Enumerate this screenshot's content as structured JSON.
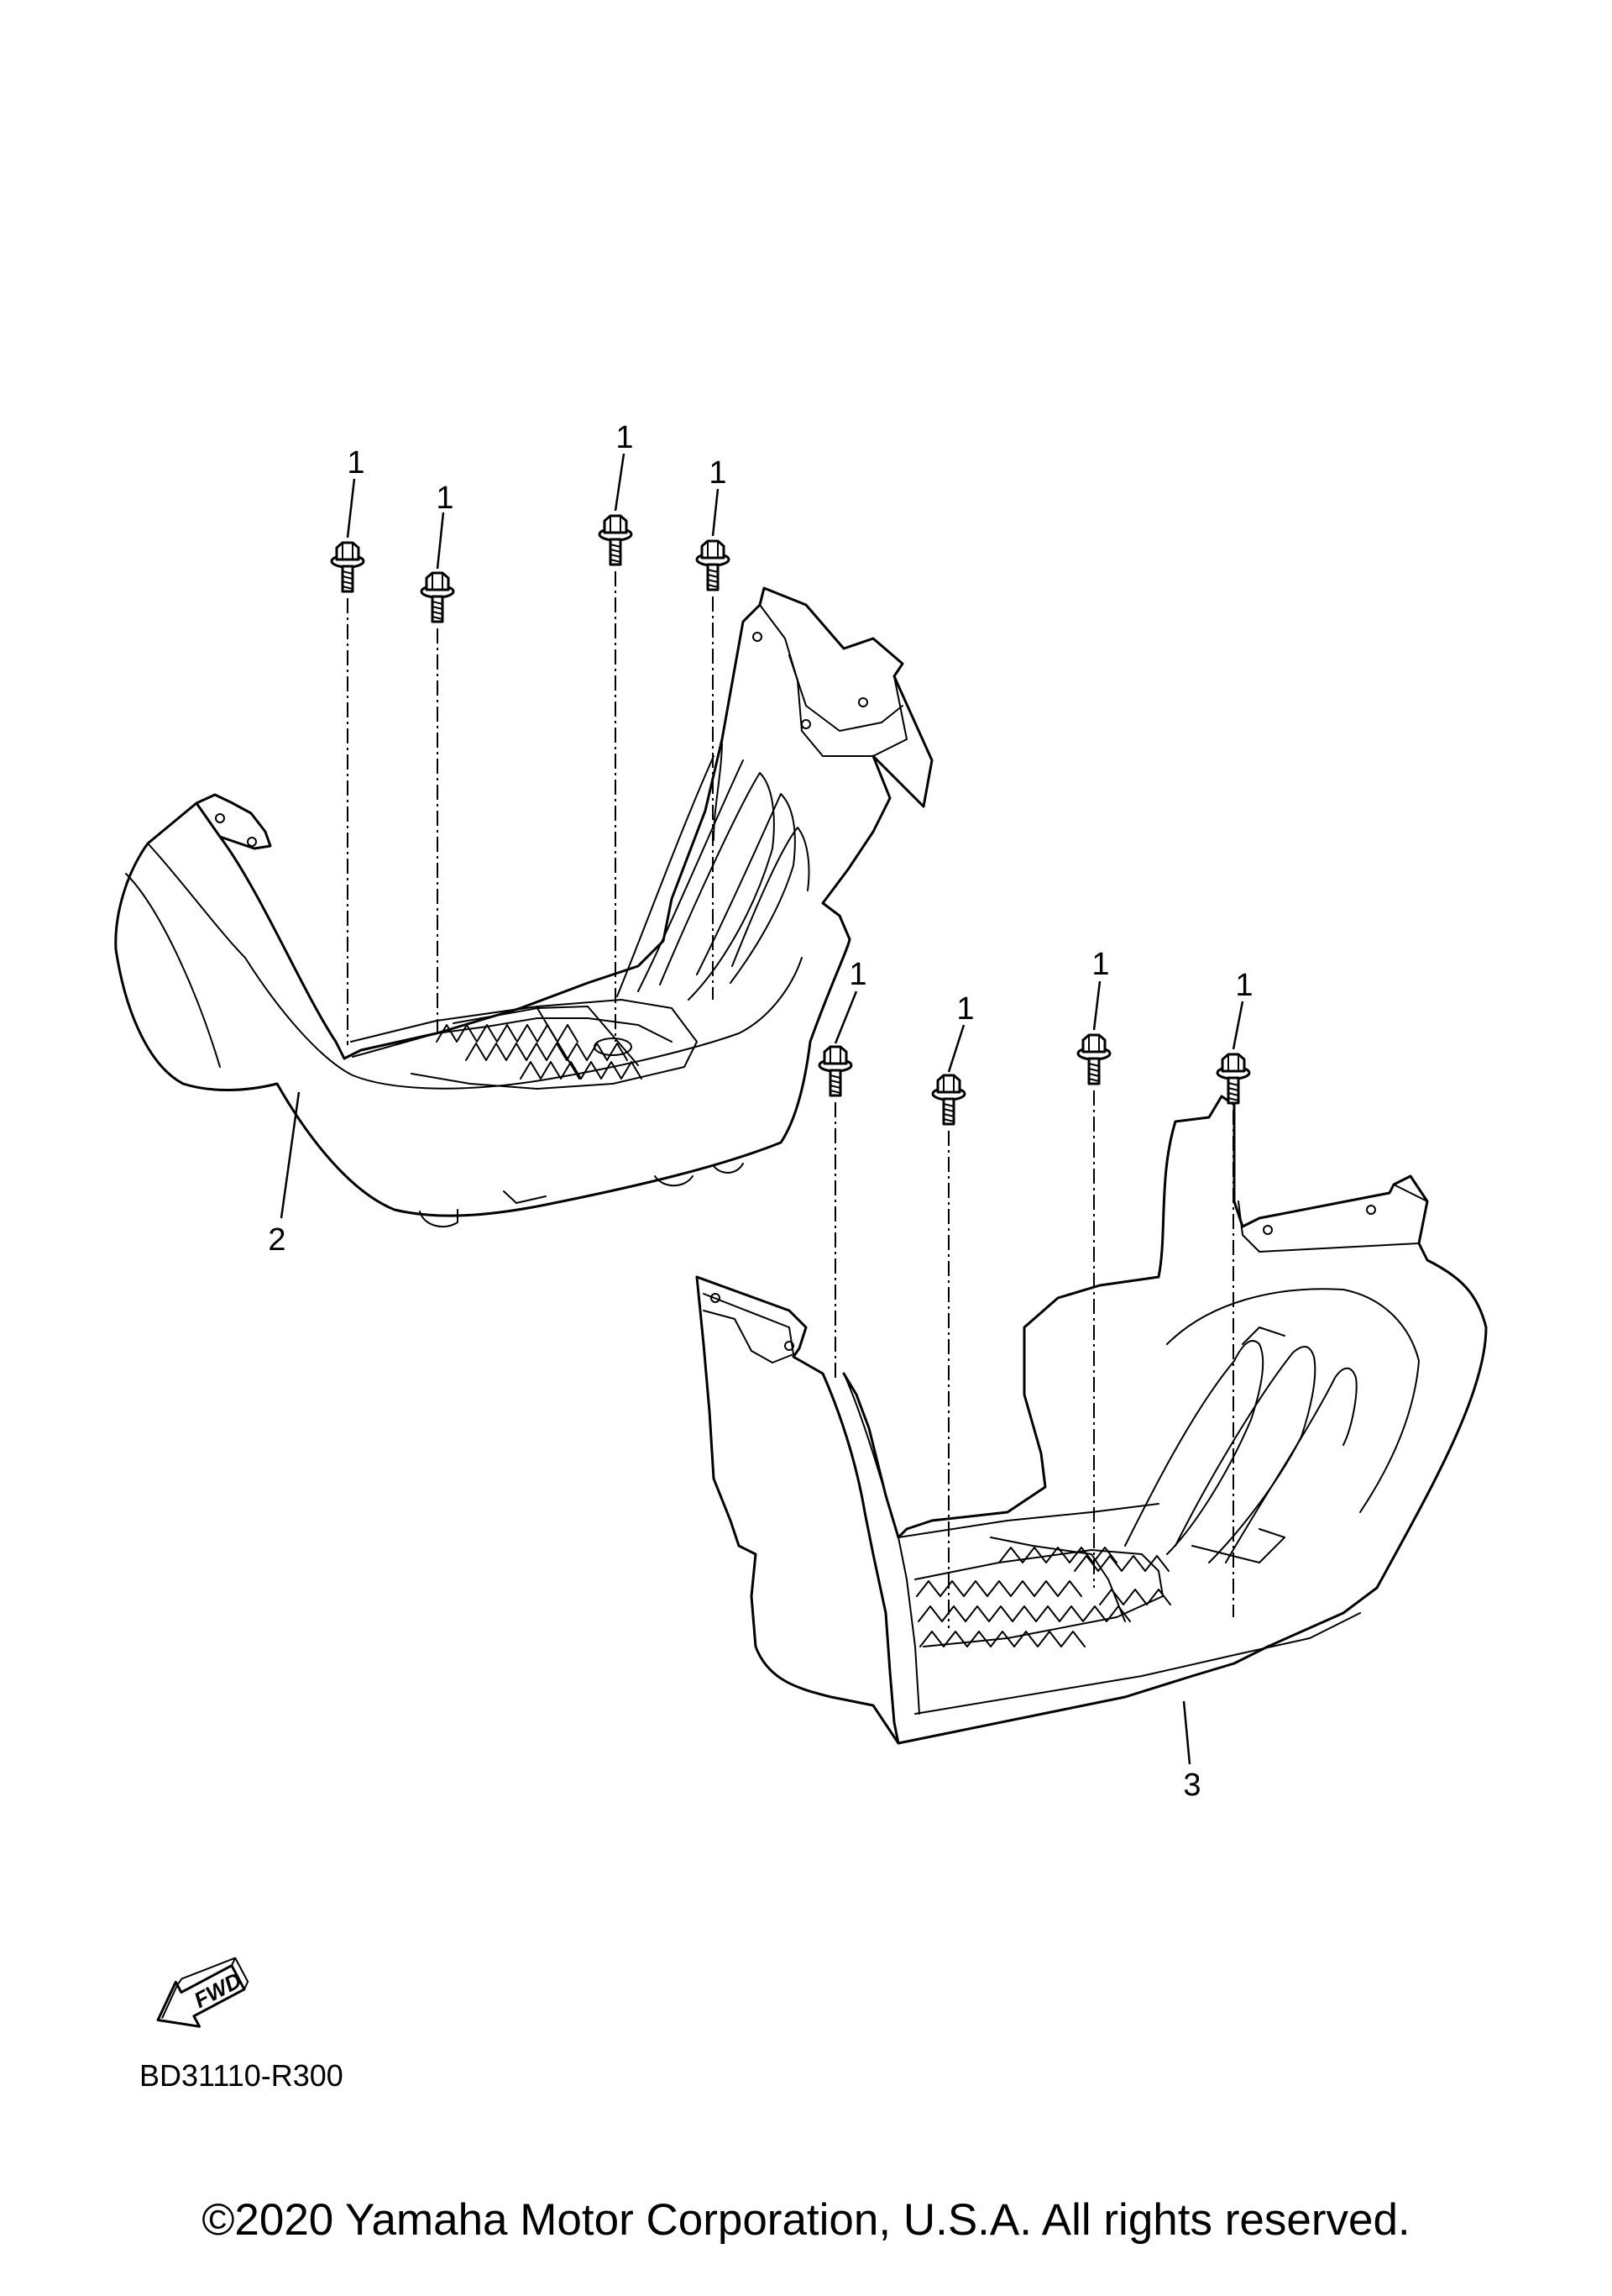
{
  "callouts": {
    "bolt": "1",
    "left_guard": "2",
    "right_guard": "3"
  },
  "fwd_label": "FWD",
  "diagram_code": "BD31110-R300",
  "copyright": "©2020 Yamaha Motor Corporation, U.S.A. All rights reserved."
}
